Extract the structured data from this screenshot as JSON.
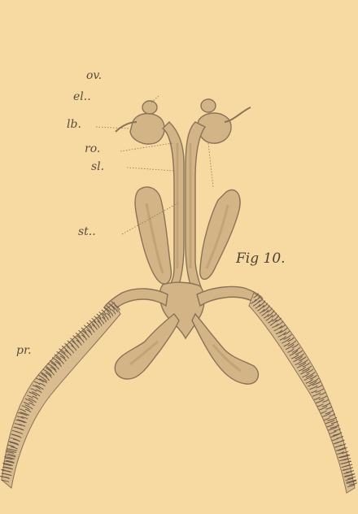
{
  "figure": {
    "caption": "Fig 10."
  },
  "labels": {
    "ov": "ov.",
    "el": "el..",
    "lb": "lb.",
    "ro": "ro.",
    "sl": "sl.",
    "st": "st..",
    "pr": "pr."
  },
  "colors": {
    "paper": "#f7d9a2",
    "organ_fill": "#d2b487",
    "organ_stroke": "#8a7257",
    "shade": "#bf9f74",
    "hairs": "#6b5846",
    "ink": "#5a4a3a"
  }
}
